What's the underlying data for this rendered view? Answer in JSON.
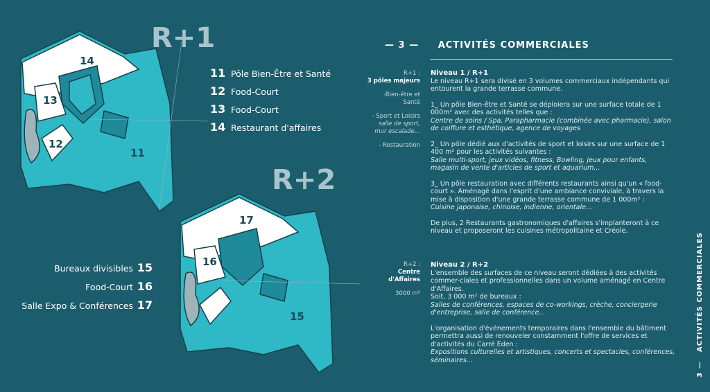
{
  "section": {
    "number": "3",
    "title": "ACTIVITÉS COMMERCIALES"
  },
  "plans": {
    "r1_label": "R+1",
    "r2_label": "R+2",
    "r1_units": [
      "14",
      "13",
      "12",
      "11"
    ],
    "r2_units": [
      "17",
      "16",
      "15"
    ]
  },
  "legend_r1": [
    {
      "num": "11",
      "label": "Pôle Bien-Être et Santé"
    },
    {
      "num": "12",
      "label": "Food-Court"
    },
    {
      "num": "13",
      "label": "Food-Court"
    },
    {
      "num": "14",
      "label": "Restaurant d'affaires"
    }
  ],
  "legend_r2": [
    {
      "num": "15",
      "label": "Bureaux divisibles"
    },
    {
      "num": "16",
      "label": "Food-Court"
    },
    {
      "num": "17",
      "label": "Salle Expo & Conférences"
    }
  ],
  "r1": {
    "side_title": "R+1 :",
    "side_sub": "3 pôles majeurs",
    "side_1": "-Bien-être et Santé",
    "side_2": "- Sport et Loisirs",
    "side_2i": "salle de sport, mur escalade...",
    "side_3": "- Restauration",
    "heading": "Niveau 1 / R+1",
    "p1": "Le niveau R+1 sera divisé en 3 volumes commerciaux indépendants qui entourent la grande terrasse commune.",
    "p2": "1_ Un pôle Bien-être et Santé se déploiera sur une surface totale de 1 000m² avec des activités telles que :",
    "p2i": "Centre de soins / Spa, Parapharmacie (combinée avec pharmacie), salon de coiffure et esthétique, agence de voyages",
    "p3": "2_ Un pôle dédié aux d'activités de sport et loisirs sur une surface de 1 400 m² pour les activités suivantes :",
    "p3i": "Salle multi-sport, jeux vidéos, fitness, Bowling, jeux pour enfants, magasin de vente d'articles de sport et aquarium...",
    "p4": "3_ Un pôle restauration avec différents restaurants ainsi qu'un « food-court ». Aménagé dans l'esprit d'une ambiance conviviale, à travers la mise à disposition d'une grande terrasse commune de 1 000m² :",
    "p4i": "Cuisine japonaise, chinoise, indienne, orientale...",
    "p5": "De plus, 2 Restaurants gastronomiques d'affaires s'implanteront à ce niveau et proposeront les cuisines métropolitaine et Créole."
  },
  "r2": {
    "side_title": "R+2 :",
    "side_sub": "Centre d'Affaires",
    "side_area": "3000 m²",
    "heading": "Niveau 2 / R+2",
    "p1": "L'ensemble des surfaces de ce niveau seront dédiées à des activités commer-ciales et professionnelles dans un volume aménagé en Centre d'Affaires.",
    "p1b": "Soit, 3 000 m² de bureaux :",
    "p1i": "Salles de conférences, espaces de co-workings, crèche, conciergerie d'entreprise, salle de conférence...",
    "p2": "L'organisation d'événements temporaires dans l'ensemble du bâtiment permettra aussi de renouveler constamment l'offre de services et d'activités du Carré Eden :",
    "p2i": "Expositions culturelles et artistiques, concerts et spectacles, conférences, séminaires..."
  }
}
